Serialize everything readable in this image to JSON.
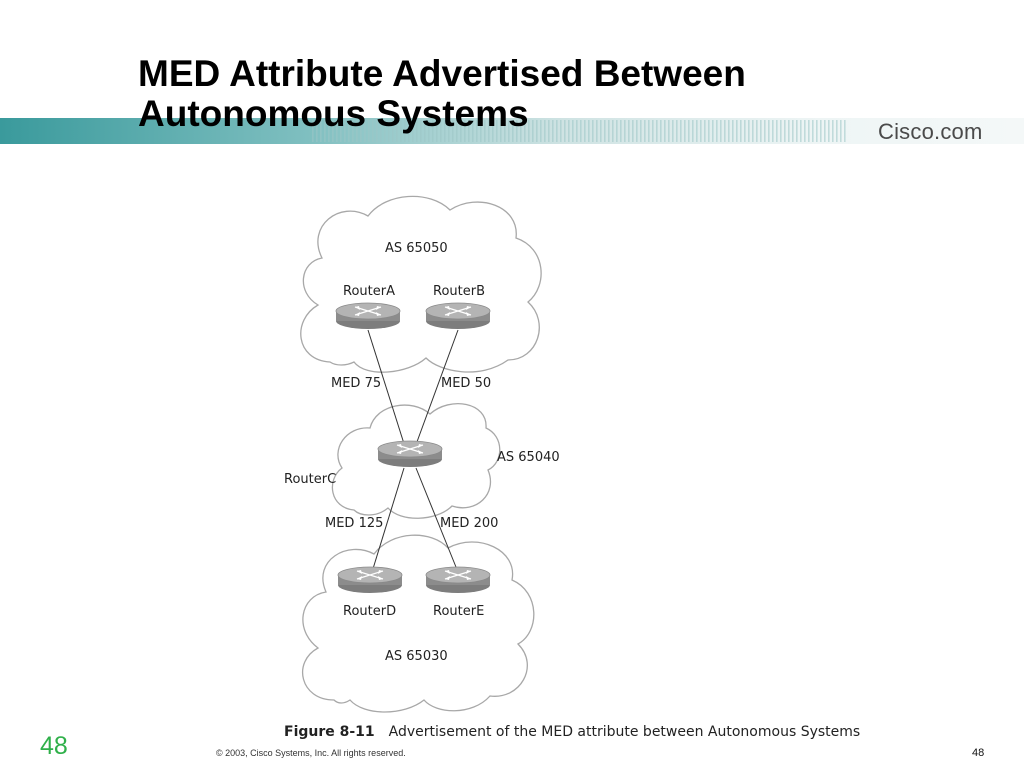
{
  "slide": {
    "title_line1": "MED Attribute Advertised Between",
    "title_line2": "Autonomous Systems",
    "brand": "Cisco.com",
    "slide_number": "48",
    "copyright": "© 2003, Cisco Systems, Inc. All rights reserved.",
    "footer_page": "48"
  },
  "diagram": {
    "as_top": "AS 65050",
    "as_middle": "AS 65040",
    "as_bottom": "AS 65030",
    "routers": {
      "a": "RouterA",
      "b": "RouterB",
      "c": "RouterC",
      "d": "RouterD",
      "e": "RouterE"
    },
    "links": {
      "a_c": "MED 75",
      "b_c": "MED 50",
      "c_d": "MED 125",
      "c_e": "MED 200"
    },
    "figure_number": "Figure 8-11",
    "caption": "Advertisement of the MED attribute between Autonomous Systems"
  },
  "colors": {
    "bar_teal": "#3a9a9c",
    "logo_text": "#4a4a4a",
    "slide_number": "#2fb04a",
    "router_body": "#9a9a9a"
  }
}
